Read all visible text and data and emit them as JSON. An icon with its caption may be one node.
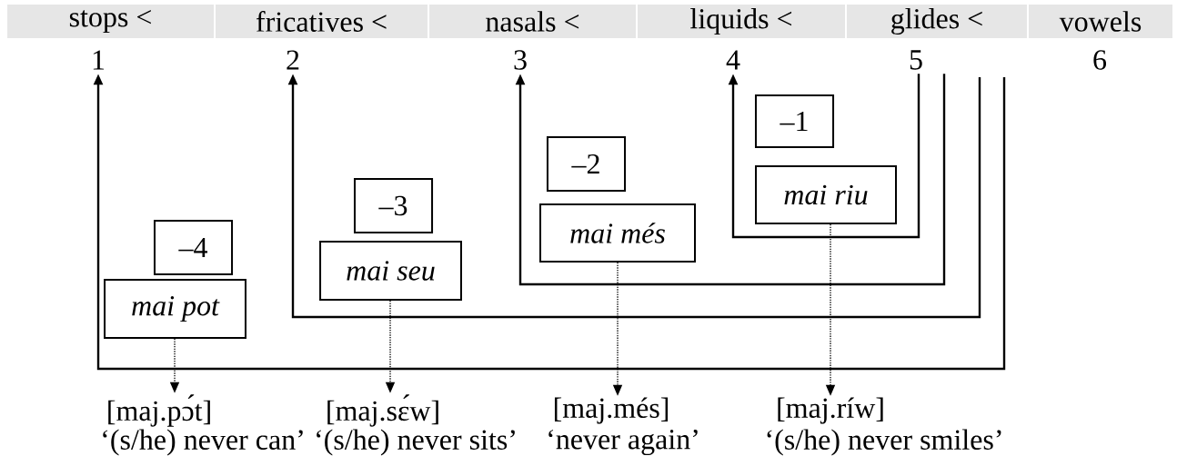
{
  "diagram": {
    "nodes": [
      {
        "text": [
          "stops <"
        ]
      },
      {
        "text": [
          "fricatives <"
        ]
      },
      {
        "text": [
          "nasals  <"
        ]
      },
      {
        "text": [
          "liquids <"
        ]
      },
      {
        "text": [
          "glides  <"
        ]
      },
      {
        "text": [
          "vowels"
        ]
      },
      {
        "text": [
          "1"
        ]
      },
      {
        "text": [
          "2"
        ]
      },
      {
        "text": [
          "3"
        ]
      },
      {
        "text": [
          "4"
        ]
      },
      {
        "text": [
          "5"
        ]
      },
      {
        "text": [
          "6"
        ]
      },
      {
        "text": [
          "–4"
        ]
      },
      {
        "text": [
          "mai pot"
        ]
      },
      {
        "text": [
          "–3"
        ]
      },
      {
        "text": [
          "mai seu"
        ]
      },
      {
        "text": [
          "–2"
        ]
      },
      {
        "text": [
          "mai més"
        ]
      },
      {
        "text": [
          "–1"
        ]
      },
      {
        "text": [
          "mai riu"
        ]
      },
      {
        "text": [
          "[maj.pɔ́t]"
        ],
        "beside": [
          "‘(s/he) never can’"
        ]
      },
      {
        "text": [
          "[maj.sɛ́w]"
        ],
        "beside": [
          "‘(s/he) never sits’"
        ]
      },
      {
        "text": [
          "[maj.més]"
        ],
        "beside": [
          "‘never again’"
        ]
      },
      {
        "text": [
          "[maj.ríw]"
        ],
        "beside": [
          "‘(s/he) never smiles’"
        ]
      }
    ],
    "edges": [
      {
        "from": 10,
        "to": 9,
        "arrow": "to"
      },
      {
        "from": 10,
        "to": 8,
        "arrow": "to"
      },
      {
        "from": null,
        "to": 7,
        "arrow": "to"
      },
      {
        "from": null,
        "to": 6,
        "arrow": "to"
      },
      {
        "from": 13,
        "to": 20,
        "arrow": "to",
        "style": "dashed"
      },
      {
        "from": 15,
        "to": 21,
        "arrow": "to",
        "style": "dashed"
      },
      {
        "from": 17,
        "to": 22,
        "arrow": "to",
        "style": "dashed"
      },
      {
        "from": 19,
        "to": 23,
        "arrow": "to",
        "style": "dashed"
      }
    ]
  }
}
